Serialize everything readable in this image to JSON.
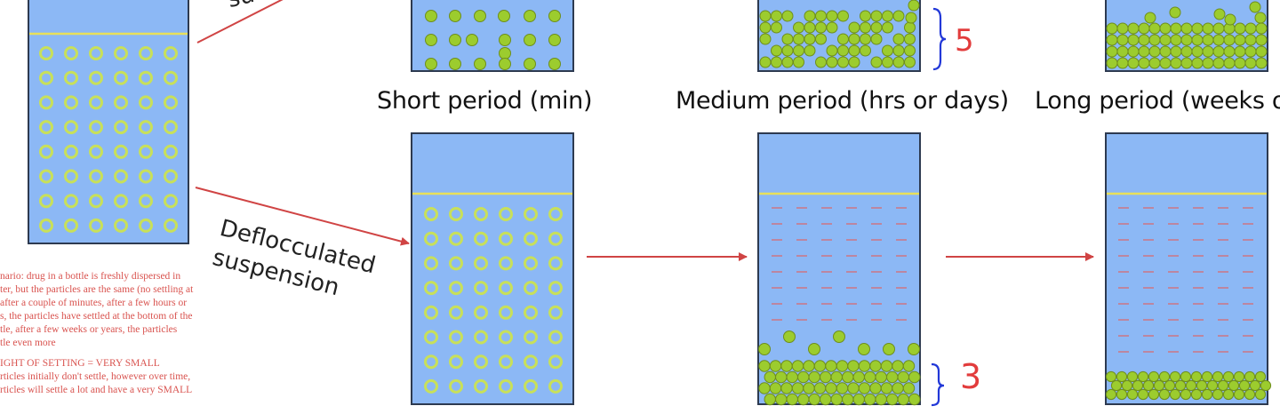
{
  "labels": {
    "short_period": "Short period (min)",
    "medium_period": "Medium period (hrs or days)",
    "long_period": "Long period (weeks o",
    "deflocculated_line1": "Deflocculated",
    "deflocculated_line2": "suspension",
    "top_arrow_fragment": "su"
  },
  "annotations": {
    "flocculated_height": "5",
    "deflocculated_height": "3"
  },
  "notes": {
    "line1": "nario: drug in a bottle is freshly dispersed in",
    "line2": "ter, but the particles are the same (no settling at",
    "line3": "after a couple of minutes, after a few hours or",
    "line4": "s, the particles have settled at the bottom of the",
    "line5": "tle, after a few weeks or years, the particles",
    "line6": "tle even more",
    "line7": "IGHT OF SETTING = VERY SMALL",
    "line8": "rticles initially don't settle, however over time,",
    "line9": "rticles will settle a lot and have a very SMALL"
  },
  "colors": {
    "liquid": "#8cb8f5",
    "outline": "#2d3a50",
    "particle": "#c8e05a",
    "sediment": "#9ccc2e",
    "arrow": "#d04444",
    "annotation_red": "#e23c3c",
    "brace_blue": "#2238d8",
    "surface_line": "#e8e05a"
  }
}
